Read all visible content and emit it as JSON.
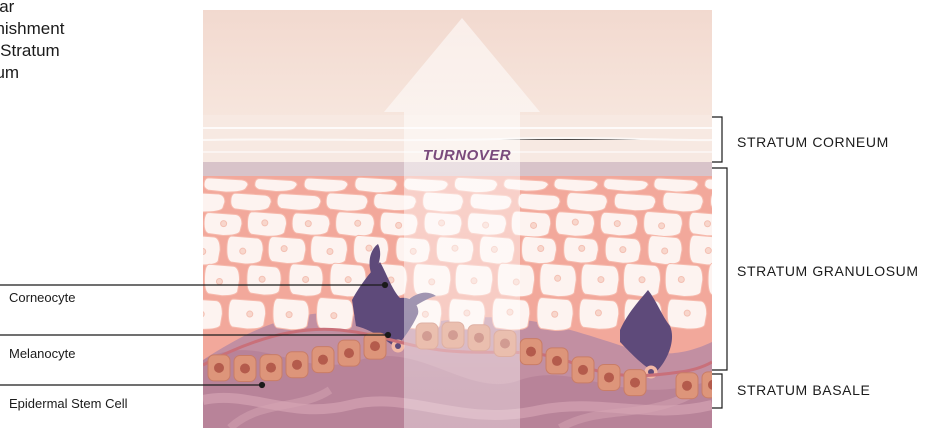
{
  "intro": {
    "lines": [
      "ular",
      "enishment",
      "e Stratum",
      "eum"
    ]
  },
  "diagram": {
    "turnover_label": "TURNOVER",
    "layers": [
      {
        "label": "STRATUM CORNEUM"
      },
      {
        "label": "STRATUM GRANULOSUM"
      },
      {
        "label": "STRATUM BASALE"
      }
    ],
    "cells": [
      {
        "label": "Corneocyte"
      },
      {
        "label": "Melanocyte"
      },
      {
        "label": "Epidermal Stem Cell"
      }
    ],
    "colors": {
      "corneum": "#f3ddd3",
      "granulosum_bg": "#f2a89b",
      "cell_fill": "#fdf3f0",
      "melanocyte": "#5e4a7a",
      "basal_cell": "#dd957a",
      "basal_nucleus": "#b45b4c",
      "dermis": "#c28fa2",
      "turnover_text": "#7a4a7c"
    }
  }
}
